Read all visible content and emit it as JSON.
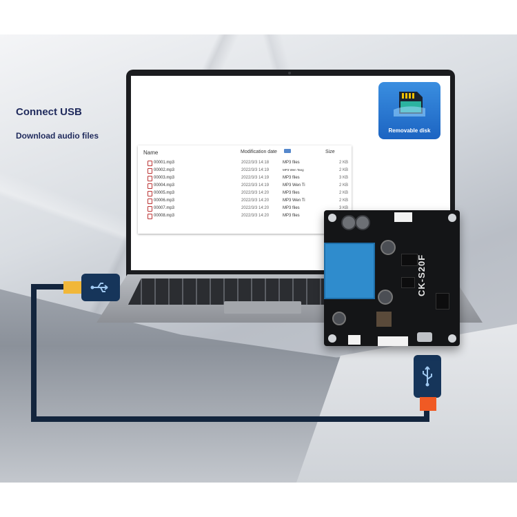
{
  "captions": {
    "connect": "Connect USB",
    "download": "Download audio files"
  },
  "disk": {
    "label": "Removable disk",
    "icon": "sd-card-icon"
  },
  "explorer": {
    "headers": {
      "name": "Name",
      "modified": "Modification date",
      "size": "Size"
    },
    "files": [
      {
        "name": "00001.mp3",
        "date": "2022/3/3 14:18",
        "type": "MP3 files",
        "size": "2 KB"
      },
      {
        "name": "00002.mp3",
        "date": "2022/3/3 14:19",
        "type": "MP3 Wen Tang",
        "size": "2 KB"
      },
      {
        "name": "00003.mp3",
        "date": "2022/3/3 14:19",
        "type": "MP3 files",
        "size": "3 KB"
      },
      {
        "name": "00004.mp3",
        "date": "2022/3/3 14:19",
        "type": "MP3 Wen Ti",
        "size": "2 KB"
      },
      {
        "name": "00005.mp3",
        "date": "2022/3/3 14:20",
        "type": "MP3 files",
        "size": "2 KB"
      },
      {
        "name": "00006.mp3",
        "date": "2022/3/3 14:20",
        "type": "MP3 Wen Ti",
        "size": "2 KB"
      },
      {
        "name": "00007.mp3",
        "date": "2022/3/3 14:20",
        "type": "MP3 files",
        "size": "3 KB"
      },
      {
        "name": "00008.mp3",
        "date": "2022/3/3 14:20",
        "type": "MP3 files",
        "size": ""
      }
    ]
  },
  "board": {
    "label": "CK-S20F"
  },
  "colors": {
    "caption": "#1f2a5c",
    "disk": "#2a7dd6",
    "cable": "#13253d",
    "plug_left_tip": "#f1b739",
    "plug_right_tip": "#f05a24"
  }
}
